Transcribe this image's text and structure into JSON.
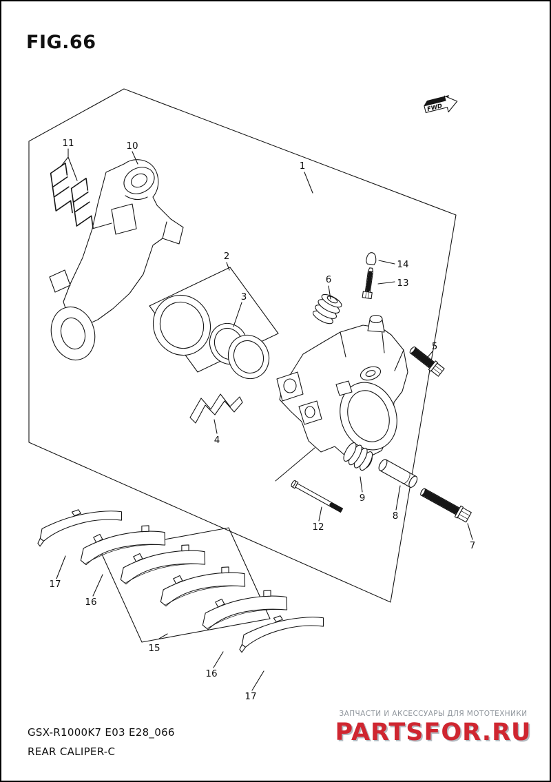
{
  "figure": {
    "fig_label": "FIG.66",
    "fwd_label": "FWD",
    "footer_code": "GSX-R1000K7 E03 E28_066",
    "footer_title": "REAR CALIPER-C"
  },
  "watermark": {
    "tagline": "ЗАПЧАСТИ И АКСЕССУАРЫ ДЛЯ МОТОТЕХНИКИ",
    "brand": "PARTSFOR.RU"
  },
  "callouts": {
    "c1": "1",
    "c2": "2",
    "c3": "3",
    "c4": "4",
    "c5": "5",
    "c6": "6",
    "c7": "7",
    "c8": "8",
    "c9": "9",
    "c10": "10",
    "c11": "11",
    "c12": "12",
    "c13": "13",
    "c14": "14",
    "c15": "15",
    "c16": "16",
    "c17": "17"
  },
  "colors": {
    "line": "#161616",
    "brand_red": "#cf2630",
    "brand_shadow": "#b3b9c0",
    "tagline_gray": "#8f959c"
  }
}
